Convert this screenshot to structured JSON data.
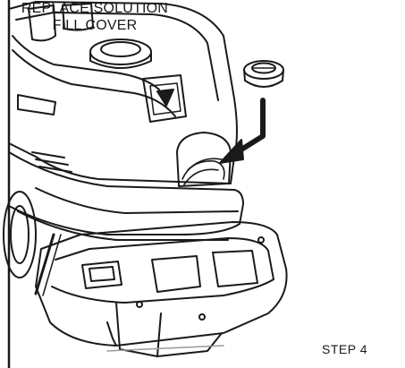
{
  "callout": {
    "line1": "REPLACE SOLUTION",
    "line2": "FILL COVER"
  },
  "step": {
    "label": "STEP 4"
  },
  "colors": {
    "ink": "#1a1a1a",
    "background": "#ffffff",
    "shade": "#9a9a9a"
  }
}
